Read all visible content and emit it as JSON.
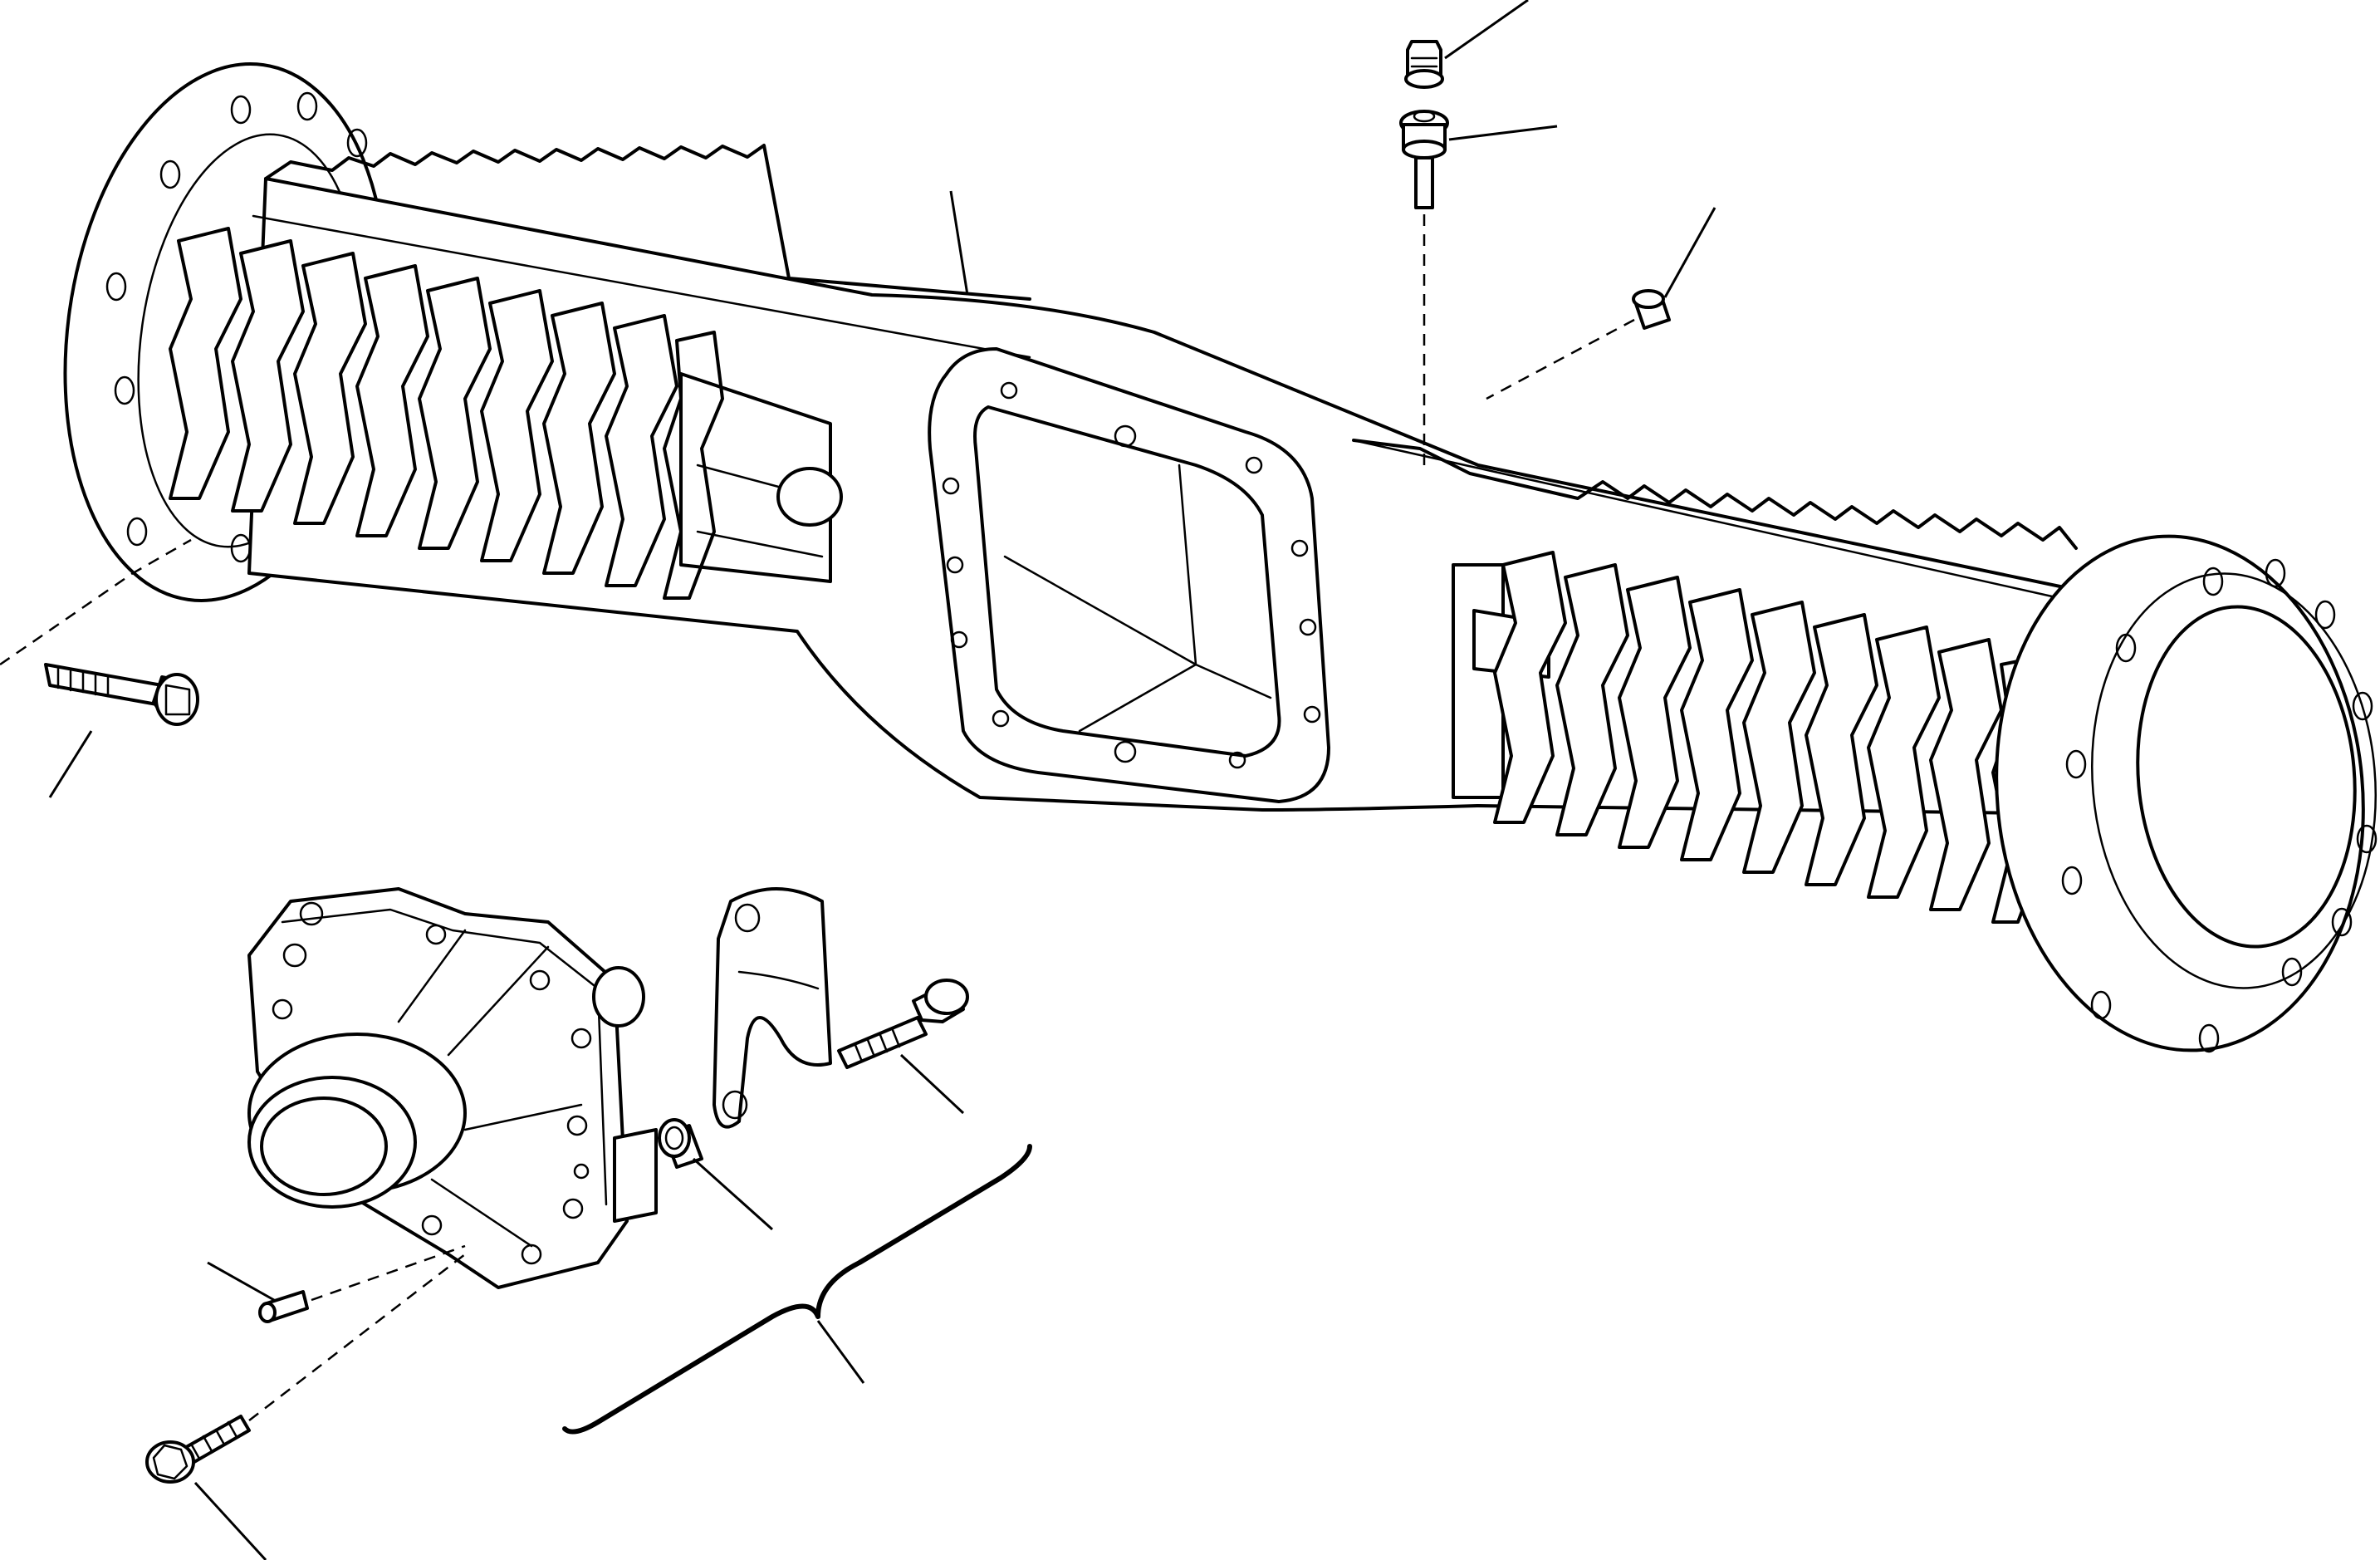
{
  "figure": {
    "line_color": "#000000",
    "background_color": "#ffffff",
    "parts": [
      {
        "id": "axle-housing",
        "icon": "axle-housing-icon"
      },
      {
        "id": "breather-cap",
        "icon": "breather-cap-icon"
      },
      {
        "id": "breather-fitting",
        "icon": "breather-fitting-icon"
      },
      {
        "id": "plug",
        "icon": "plug-icon"
      },
      {
        "id": "flange-bolt-left",
        "icon": "bolt-icon"
      },
      {
        "id": "differential-carrier",
        "icon": "differential-carrier-icon"
      },
      {
        "id": "bearing-cap",
        "icon": "bearing-cap-icon"
      },
      {
        "id": "cap-bolt",
        "icon": "bolt-icon"
      },
      {
        "id": "bushing",
        "icon": "bushing-icon"
      },
      {
        "id": "dowel-pin",
        "icon": "pin-icon"
      },
      {
        "id": "carrier-bolt",
        "icon": "bolt-icon"
      },
      {
        "id": "carrier-assembly-brace",
        "icon": "brace-icon"
      }
    ]
  }
}
